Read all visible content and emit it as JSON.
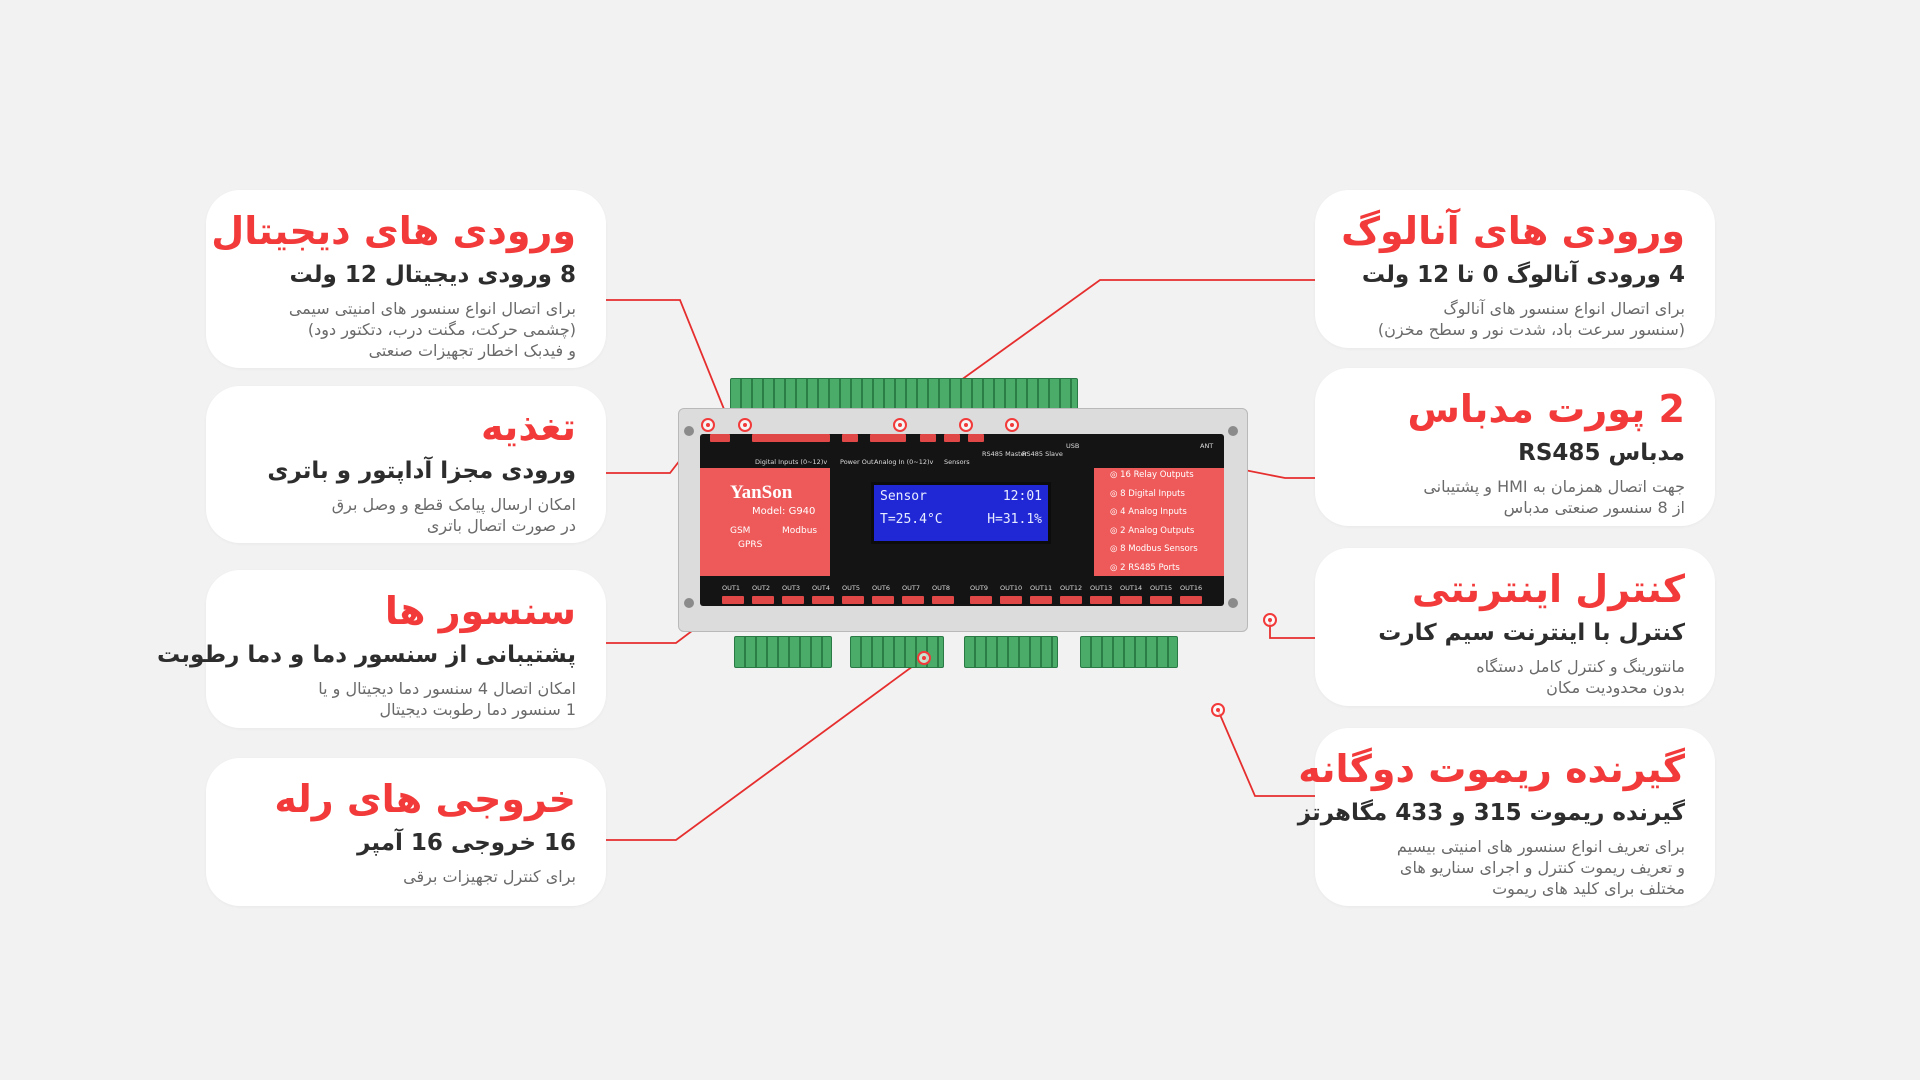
{
  "cards": {
    "digital": {
      "title": "ورودی های دیجیتال",
      "subtitle": "8 ورودی دیجیتال 12 ولت",
      "desc1": "برای اتصال انواع سنسور های امنیتی سیمی",
      "desc2": "(چشمی حرکت، مگنت درب، دتکتور دود)",
      "desc3": "و فیدبک اخطار تجهیزات صنعتی"
    },
    "power": {
      "title": "تغذیه",
      "subtitle": "ورودی مجزا آداپتور و باتری",
      "desc1": "امکان ارسال پیامک قطع و وصل برق",
      "desc2": "در صورت اتصال باتری"
    },
    "sensors": {
      "title": "سنسور ها",
      "subtitle": "پشتیبانی از سنسور دما و دما رطوبت",
      "desc1": "امکان اتصال 4 سنسور دما دیجیتال و یا",
      "desc2": "1 سنسور دما رطوبت دیجیتال"
    },
    "relay": {
      "title": "خروجی های رله",
      "subtitle": "16 خروجی 16 آمپر",
      "desc1": "برای کنترل تجهیزات برقی"
    },
    "analog": {
      "title": "ورودی های آنالوگ",
      "subtitle": "4 ورودی آنالوگ 0 تا 12 ولت",
      "desc1": "برای اتصال انواع سنسور های آنالوگ",
      "desc2": "(سنسور سرعت باد، شدت نور و سطح مخزن)"
    },
    "modbus": {
      "title": "2 پورت مدباس",
      "subtitle": "مدباس RS485",
      "desc1": "جهت اتصال همزمان به HMI و پشتیبانی",
      "desc2": "از 8 سنسور صنعتی مدباس"
    },
    "internet": {
      "title": "کنترل اینترنتی",
      "subtitle": "کنترل با اینترنت سیم کارت",
      "desc1": "مانتورینگ و کنترل کامل دستگاه",
      "desc2": "بدون محدودیت مکان"
    },
    "remote": {
      "title": "گیرنده ریموت دوگانه",
      "subtitle": "گیرنده ریموت 315 و 433 مگاهرتز",
      "desc1": "برای تعریف انواع سنسور های امنیتی بیسیم",
      "desc2": "و تعریف ریموت کنترل و اجرای سناریو های",
      "desc3": "مختلف برای کلید های ریموت"
    }
  },
  "device": {
    "brand": "YanSon",
    "model": "Model: G940",
    "badge_gsm": "GSM",
    "badge_gprs": "GPRS",
    "badge_modbus": "Modbus",
    "lcd_line1_left": "Sensor",
    "lcd_line1_right": "12:01",
    "lcd_line2_left": "T=25.4°C",
    "lcd_line2_right": "H=31.1%",
    "features": [
      "16 Relay Outputs",
      "8 Digital Inputs",
      "4 Analog Inputs",
      "2 Analog Outputs",
      "8 Modbus Sensors",
      "2 RS485 Ports"
    ],
    "top_labels": {
      "digital": "Digital Inputs (0~12)v",
      "power": "Power Out",
      "analog": "Analog In (0~12)v",
      "sensors": "Sensors",
      "rs485_master": "RS485 Master",
      "rs485_slave": "RS485 Slave",
      "usb": "USB",
      "ant": "ANT"
    },
    "out_labels": [
      "OUT1",
      "OUT2",
      "OUT3",
      "OUT4",
      "OUT5",
      "OUT6",
      "OUT7",
      "OUT8",
      "OUT9",
      "OUT10",
      "OUT11",
      "OUT12",
      "OUT13",
      "OUT14",
      "OUT15",
      "OUT16"
    ]
  },
  "colors": {
    "accent": "#f23a3a",
    "background": "#f2f2f2",
    "card": "#ffffff",
    "device_red": "#ee5a5a",
    "lcd_blue": "#2028d6"
  }
}
